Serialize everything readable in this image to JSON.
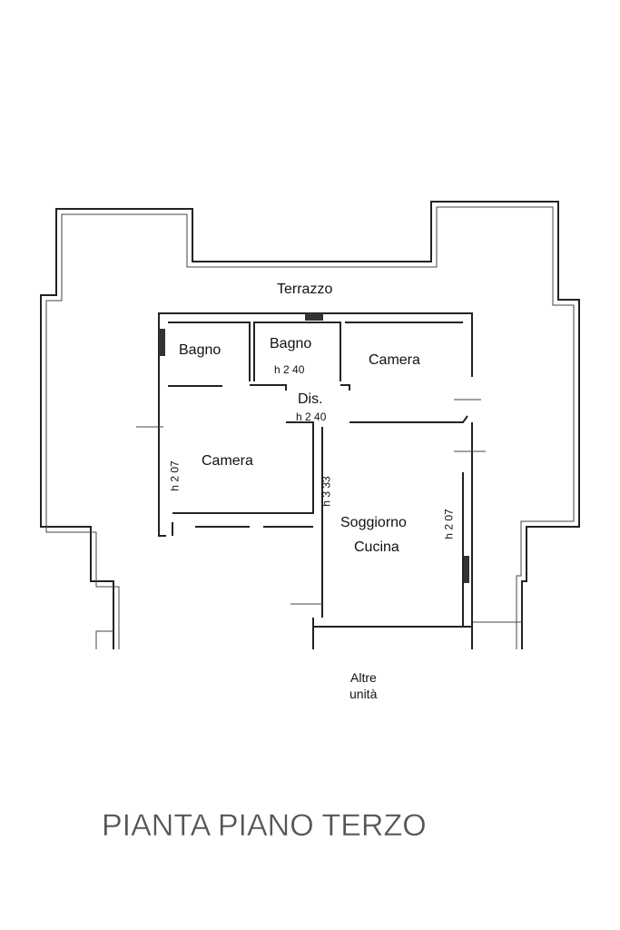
{
  "plan": {
    "rooms": {
      "terrace": "Terrazzo",
      "bath1": "Bagno",
      "bath2": "Bagno",
      "bath2_height": "h 2 40",
      "bedroom1": "Camera",
      "hall": "Dis.",
      "hall_height": "h 2 40",
      "bedroom2": "Camera",
      "bedroom2_height": "h 2 07",
      "living_height": "h 3 33",
      "living1": "Soggiorno",
      "living2": "Cucina",
      "living_right_height": "h 2 07",
      "other_units1": "Altre",
      "other_units2": "unità"
    },
    "title": "PIANTA PIANO TERZO"
  }
}
